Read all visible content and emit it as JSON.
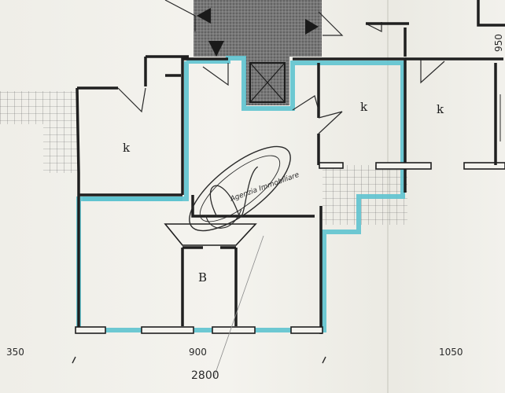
{
  "plan": {
    "room_labels": {
      "kitchen_left": "k",
      "kitchen_center": "k",
      "kitchen_right": "k",
      "bath": "B"
    },
    "dimensions": {
      "dim_350": "350",
      "dim_900": "900",
      "dim_1050": "1050",
      "dim_2800": "2800",
      "dim_950": "950"
    },
    "stamp_text": "Agenzia Immobiliare",
    "colors": {
      "highlight": "#5ec3cf",
      "walls": "#1f1f1f",
      "shaft": "#6f6f6f",
      "paper": "#f1f0ea"
    }
  }
}
